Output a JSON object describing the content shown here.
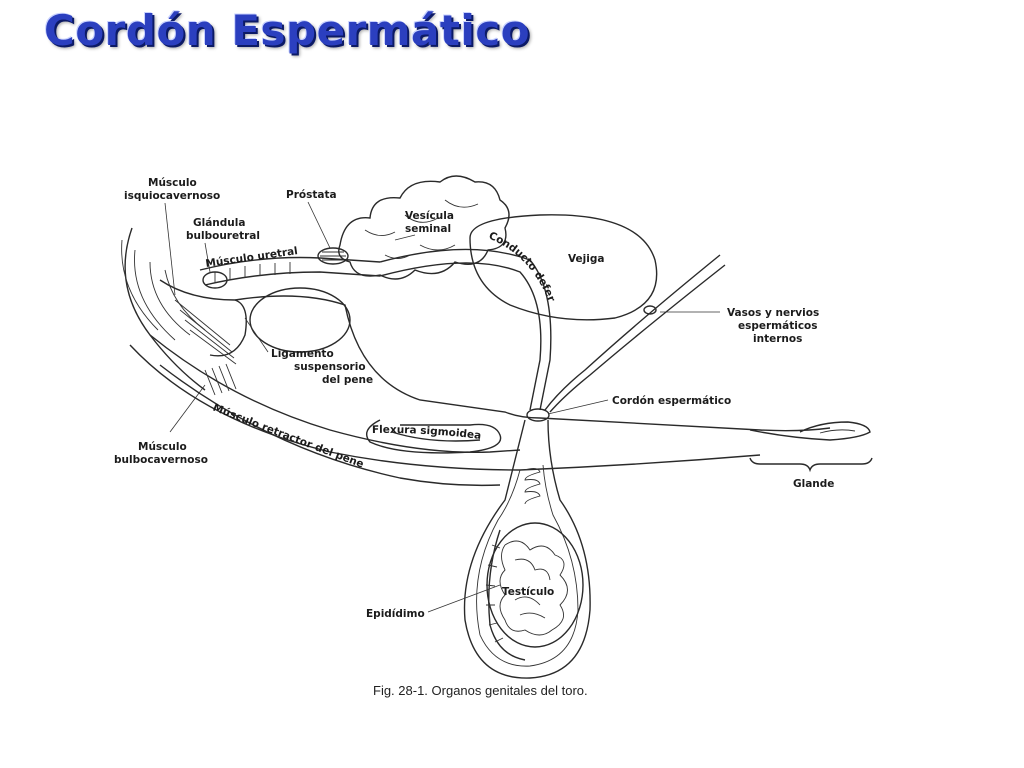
{
  "slide": {
    "title": "Cordón Espermático"
  },
  "figure": {
    "caption": "Fig. 28-1. Organos genitales del toro.",
    "labels": {
      "musculo_isquiocavernoso_1": "Músculo",
      "musculo_isquiocavernoso_2": "isquiocavernoso",
      "glandula_bulbouretral_1": "Glándula",
      "glandula_bulbouretral_2": "bulbouretral",
      "musculo_uretral": "Músculo uretral",
      "prostata": "Próstata",
      "vesicula_seminal_1": "Vesícula",
      "vesicula_seminal_2": "seminal",
      "conducto_deferente": "Conducto deferente",
      "vejiga": "Vejiga",
      "vasos_nervios_1": "Vasos y nervios",
      "vasos_nervios_2": "espermáticos",
      "vasos_nervios_3": "internos",
      "ligamento_1": "Ligamento",
      "ligamento_2": "suspensorio",
      "ligamento_3": "del pene",
      "cordon_espermatico": "Cordón espermático",
      "musculo_bulbocavernoso_1": "Músculo",
      "musculo_bulbocavernoso_2": "bulbocavernoso",
      "musculo_retractor": "Músculo retractor del pene",
      "flexura_sigmoidea": "Flexura sigmoidea",
      "glande": "Glande",
      "testiculo": "Testículo",
      "epididimo": "Epidídimo"
    }
  }
}
